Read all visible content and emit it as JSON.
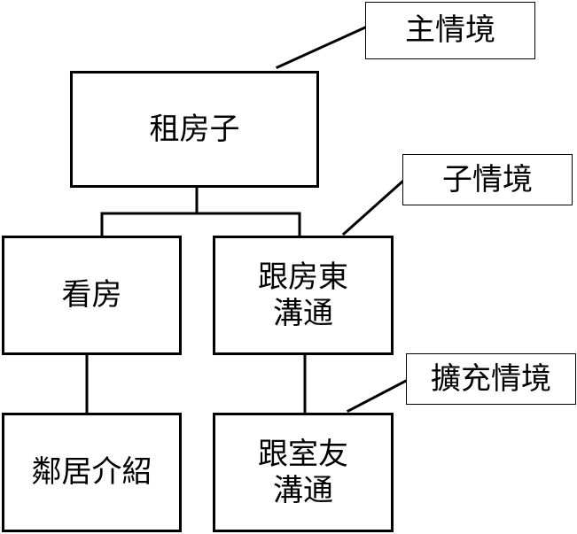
{
  "nodes": {
    "root": "租房子",
    "view_house": "看房",
    "talk_landlord": "跟房東\n溝通",
    "neighborhood_intro": "鄰居介紹",
    "talk_roommate": "跟室友\n溝通"
  },
  "labels": {
    "main": "主情境",
    "sub": "子情境",
    "extended": "擴充情境"
  }
}
